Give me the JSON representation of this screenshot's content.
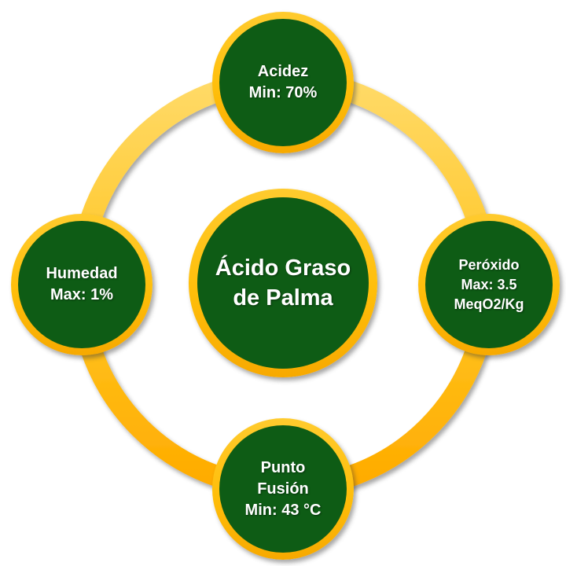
{
  "diagram": {
    "type": "cycle",
    "title": "Ácido Graso de Palma",
    "center": {
      "lines": [
        "Ácido Graso",
        "de Palma"
      ]
    },
    "nodes": [
      {
        "id": "acidez",
        "position": "top",
        "lines": [
          "Acidez",
          "Min: 70%"
        ]
      },
      {
        "id": "peroxido",
        "position": "right",
        "lines": [
          "Peróxido",
          "Max: 3.5",
          "MeqO2/Kg"
        ]
      },
      {
        "id": "punto-fusion",
        "position": "bottom",
        "lines": [
          "Punto",
          "Fusión",
          "Min: 43 °C"
        ]
      },
      {
        "id": "humedad",
        "position": "left",
        "lines": [
          "Humedad",
          "Max: 1%"
        ]
      }
    ],
    "colors": {
      "node_fill": "#0E5C15",
      "node_border_gold": "#FFC000",
      "ring_gradient_top": "#FFDA68",
      "ring_gradient_bottom": "#FFAB00",
      "text": "#FFFFFF",
      "background": "#FFFFFF"
    }
  }
}
